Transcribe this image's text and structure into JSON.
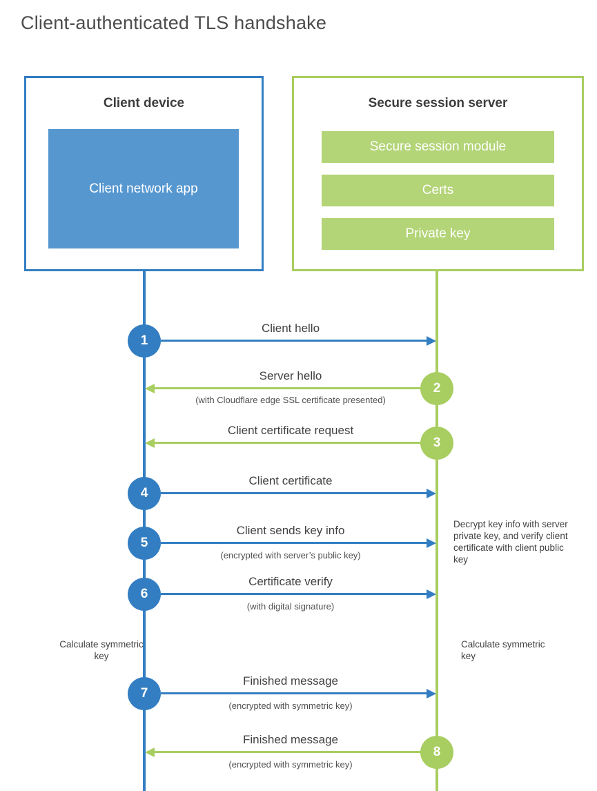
{
  "title": "Client-authenticated TLS handshake",
  "client": {
    "box_label": "Client device",
    "inner_label": "Client network app"
  },
  "server": {
    "box_label": "Secure session server",
    "modules": [
      "Secure session module",
      "Certs",
      "Private key"
    ]
  },
  "steps": [
    {
      "num": "1",
      "label": "Client hello",
      "sub": "",
      "direction": "client-to-server"
    },
    {
      "num": "2",
      "label": "Server hello",
      "sub": "(with Cloudflare edge SSL certificate presented)",
      "direction": "server-to-client"
    },
    {
      "num": "3",
      "label": "Client certificate request",
      "sub": "",
      "direction": "server-to-client"
    },
    {
      "num": "4",
      "label": "Client certificate",
      "sub": "",
      "direction": "client-to-server"
    },
    {
      "num": "5",
      "label": "Client sends key info",
      "sub": "(encrypted with server’s public key)",
      "direction": "client-to-server"
    },
    {
      "num": "6",
      "label": "Certificate verify",
      "sub": "(with digital signature)",
      "direction": "client-to-server"
    },
    {
      "num": "7",
      "label": "Finished message",
      "sub": "(encrypted with symmetric key)",
      "direction": "client-to-server"
    },
    {
      "num": "8",
      "label": "Finished message",
      "sub": "(encrypted with symmetric key)",
      "direction": "server-to-client"
    }
  ],
  "notes": {
    "decrypt": "Decrypt key info with server private key, and verify client certificate with client public key",
    "calc_client": "Calculate symmetric key",
    "calc_server": "Calculate symmetric key"
  },
  "colors": {
    "blue": "#337ec2",
    "blue_fill": "#5697d0",
    "green": "#a8cd60",
    "green_fill": "#b3d477"
  }
}
